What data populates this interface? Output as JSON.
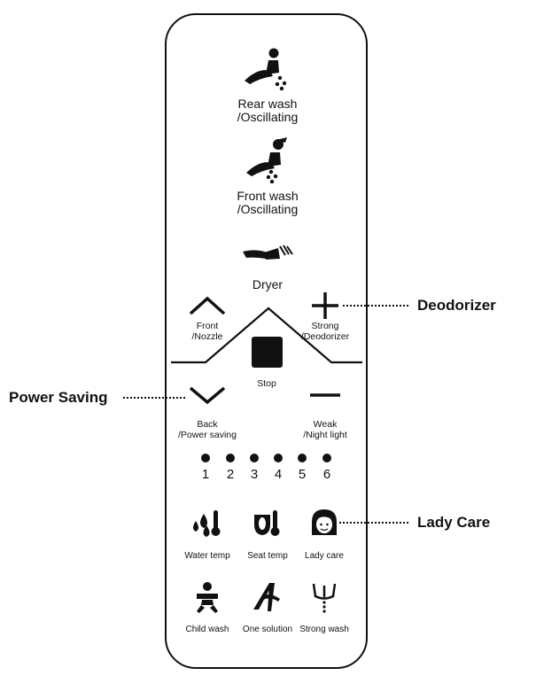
{
  "callouts": {
    "deodorizer": "Deodorizer",
    "power_saving": "Power Saving",
    "lady_care": "Lady Care"
  },
  "buttons": {
    "rear_wash": {
      "line1": "Rear wash",
      "line2": "/Oscillating",
      "icon": "rear-wash-icon"
    },
    "front_wash": {
      "line1": "Front wash",
      "line2": "/Oscillating",
      "icon": "front-wash-icon"
    },
    "dryer": {
      "label": "Dryer",
      "icon": "dryer-icon"
    },
    "front_nozzle": {
      "line1": "Front",
      "line2": "/Nozzle",
      "icon": "chevron-up-icon"
    },
    "strong_deodorizer": {
      "line1": "Strong",
      "line2": "/Deodorizer",
      "icon": "plus-icon"
    },
    "stop": {
      "label": "Stop",
      "icon": "stop-icon"
    },
    "back_power_saving": {
      "line1": "Back",
      "line2": "/Power saving",
      "icon": "chevron-down-icon"
    },
    "weak_night_light": {
      "line1": "Weak",
      "line2": "/Night light",
      "icon": "minus-icon"
    }
  },
  "levels": [
    "1",
    "2",
    "3",
    "4",
    "5",
    "6"
  ],
  "functions_row1": [
    {
      "label": "Water temp",
      "icon": "water-temp-icon"
    },
    {
      "label": "Seat temp",
      "icon": "seat-temp-icon"
    },
    {
      "label": "Lady care",
      "icon": "lady-care-icon"
    }
  ],
  "functions_row2": [
    {
      "label": "Child wash",
      "icon": "child-wash-icon"
    },
    {
      "label": "One solution",
      "icon": "one-solution-icon"
    },
    {
      "label": "Strong wash",
      "icon": "strong-wash-icon"
    }
  ]
}
